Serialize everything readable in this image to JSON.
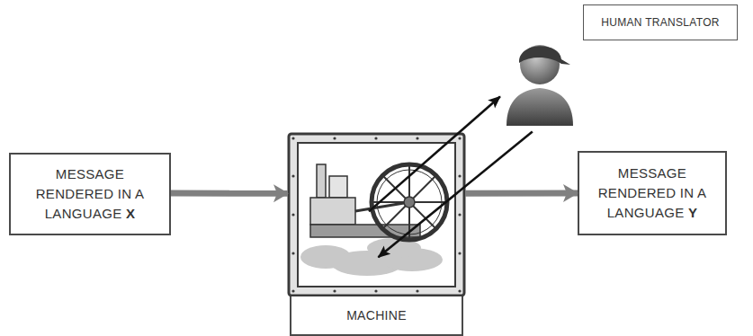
{
  "diagram": {
    "nodes": [
      {
        "text": [
          "MESSAGE RENDERED IN A LANGUAGE X"
        ]
      },
      {
        "text": [
          "MACHINE"
        ]
      },
      {
        "text": [
          "MESSAGE RENDERED IN A LANGUAGE Y"
        ]
      },
      {
        "text": [
          "HUMAN TRANSLATOR"
        ]
      }
    ],
    "edges": [
      {
        "from": 0,
        "to": 1,
        "arrow": "to"
      },
      {
        "from": 1,
        "to": 2,
        "arrow": "to"
      },
      {
        "from": 1,
        "to": 3,
        "arrow": "to"
      },
      {
        "from": 3,
        "to": 1,
        "arrow": "to"
      }
    ]
  }
}
